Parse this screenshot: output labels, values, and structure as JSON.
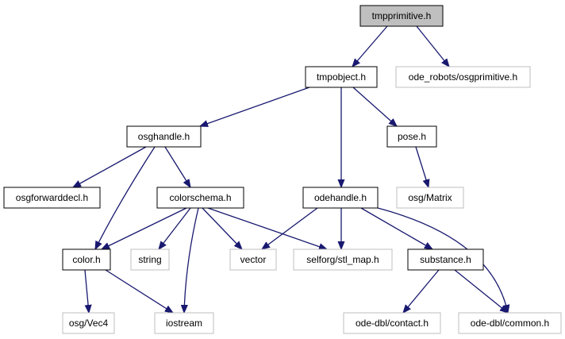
{
  "colors": {
    "edge": "#191970",
    "root_fill": "#bfbfbf",
    "box_border": "#000000",
    "external_border": "#bfbfbf",
    "text": "#000000",
    "background": "#ffffff"
  },
  "nodes": [
    {
      "id": "tmpprimitive",
      "label": "tmpprimitive.h",
      "kind": "root"
    },
    {
      "id": "tmpobject",
      "label": "tmpobject.h",
      "kind": "local"
    },
    {
      "id": "osgprimitive",
      "label": "ode_robots/osgprimitive.h",
      "kind": "external"
    },
    {
      "id": "osghandle",
      "label": "osghandle.h",
      "kind": "local"
    },
    {
      "id": "pose",
      "label": "pose.h",
      "kind": "local"
    },
    {
      "id": "osgforwarddecl",
      "label": "osgforwarddecl.h",
      "kind": "local"
    },
    {
      "id": "colorschema",
      "label": "colorschema.h",
      "kind": "local"
    },
    {
      "id": "odehandle",
      "label": "odehandle.h",
      "kind": "local"
    },
    {
      "id": "osgmatrix",
      "label": "osg/Matrix",
      "kind": "external"
    },
    {
      "id": "color",
      "label": "color.h",
      "kind": "local"
    },
    {
      "id": "string",
      "label": "string",
      "kind": "external"
    },
    {
      "id": "vector",
      "label": "vector",
      "kind": "external"
    },
    {
      "id": "stlmap",
      "label": "selforg/stl_map.h",
      "kind": "external"
    },
    {
      "id": "substance",
      "label": "substance.h",
      "kind": "local"
    },
    {
      "id": "osgvec4",
      "label": "osg/Vec4",
      "kind": "external"
    },
    {
      "id": "iostream",
      "label": "iostream",
      "kind": "external"
    },
    {
      "id": "contact",
      "label": "ode-dbl/contact.h",
      "kind": "external"
    },
    {
      "id": "common",
      "label": "ode-dbl/common.h",
      "kind": "external"
    }
  ],
  "edges": [
    [
      "tmpprimitive",
      "tmpobject"
    ],
    [
      "tmpprimitive",
      "osgprimitive"
    ],
    [
      "tmpobject",
      "osghandle"
    ],
    [
      "tmpobject",
      "odehandle"
    ],
    [
      "tmpobject",
      "pose"
    ],
    [
      "osghandle",
      "osgforwarddecl"
    ],
    [
      "osghandle",
      "colorschema"
    ],
    [
      "osghandle",
      "color"
    ],
    [
      "pose",
      "osgmatrix"
    ],
    [
      "colorschema",
      "color"
    ],
    [
      "colorschema",
      "string"
    ],
    [
      "colorschema",
      "iostream"
    ],
    [
      "colorschema",
      "vector"
    ],
    [
      "colorschema",
      "stlmap"
    ],
    [
      "odehandle",
      "vector"
    ],
    [
      "odehandle",
      "stlmap"
    ],
    [
      "odehandle",
      "substance"
    ],
    [
      "odehandle",
      "common"
    ],
    [
      "color",
      "osgvec4"
    ],
    [
      "color",
      "iostream"
    ],
    [
      "substance",
      "contact"
    ],
    [
      "substance",
      "common"
    ]
  ]
}
